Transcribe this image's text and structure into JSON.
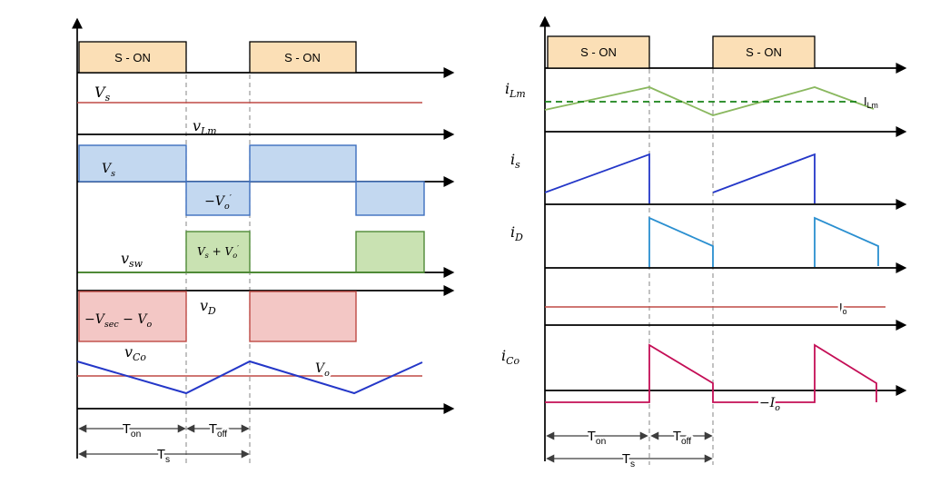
{
  "colors": {
    "gate_fill": "#fbdfb6",
    "vs_line": "#bf4a45",
    "vlm_fill": "#c3d8f0",
    "vlm_stroke": "#3d6fbe",
    "vsw_fill": "#c9e2b2",
    "vsw_stroke": "#4f8a37",
    "vd_fill": "#f3c7c5",
    "vd_stroke": "#bf4a45",
    "vco_line": "#2437c8",
    "ilm_line": "#8ab85f",
    "ilm_avg_line": "#178217",
    "is_line": "#2437c8",
    "id_line": "#2a8fd0",
    "io_line": "#bf4a45",
    "ico_line": "#c40e56",
    "guide": "#8f8f8f",
    "timing": "#3d3d3d"
  },
  "left": {
    "gate_label": "S - ON",
    "vs_label": {
      "m": "V",
      "sub": "s"
    },
    "vlm_label": {
      "m": "v",
      "sub": "Lm"
    },
    "vlm_pos_level": {
      "m": "V",
      "sub": "s"
    },
    "vlm_neg_level": {
      "m": "−V",
      "sub": "o",
      "sup": "′"
    },
    "vsw_label": {
      "m": "v",
      "sub": "sw"
    },
    "vsw_level": {
      "m1": "V",
      "sub1": "s",
      "m2": " + V",
      "sub2": "o",
      "sup2": "′"
    },
    "vd_label": {
      "m": "v",
      "sub": "D"
    },
    "vd_level": {
      "m1": "−V",
      "sub1": "sec",
      "m2": " − V",
      "sub2": "o"
    },
    "vco_label": {
      "m": "v",
      "sub": "Co"
    },
    "vo_label": {
      "m": "V",
      "sub": "o"
    },
    "t_on": {
      "m": "T",
      "sub": "on"
    },
    "t_off": {
      "m": "T",
      "sub": "off"
    },
    "t_s": {
      "m": "T",
      "sub": "s"
    }
  },
  "right": {
    "gate_label": "S - ON",
    "ilm_label": {
      "m": "i",
      "sub": "Lm"
    },
    "ilm_avg_label": {
      "m": "I",
      "sub": "Lm"
    },
    "is_label": {
      "m": "i",
      "sub": "s"
    },
    "id_label": {
      "m": "i",
      "sub": "D"
    },
    "io_label": {
      "m": "I",
      "sub": "o"
    },
    "ico_label": {
      "m": "i",
      "sub": "Co"
    },
    "ico_neg_level": {
      "m": "−I",
      "sub": "o"
    },
    "t_on": {
      "m": "T",
      "sub": "on"
    },
    "t_off": {
      "m": "T",
      "sub": "off"
    },
    "t_s": {
      "m": "T",
      "sub": "s"
    }
  }
}
